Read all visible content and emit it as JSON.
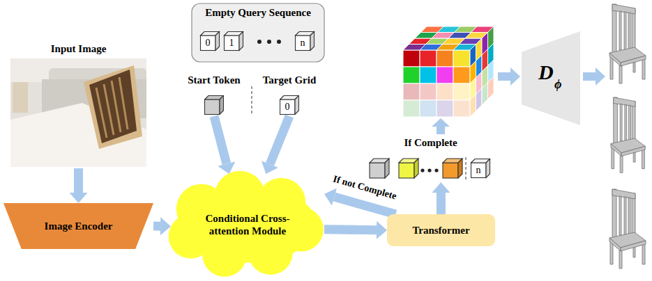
{
  "diagram": {
    "nodes": [
      {
        "text": [
          "Input Image"
        ]
      },
      {
        "text": [
          "Empty Query Sequence"
        ]
      },
      {
        "text": [
          "0"
        ],
        "in": 1
      },
      {
        "text": [
          "1"
        ],
        "in": 1
      },
      {
        "text": [
          "n"
        ],
        "in": 1
      },
      {
        "text": [
          "Start Token"
        ]
      },
      {
        "text": [
          "Target Grid",
          "0"
        ]
      },
      {
        "text": [
          "Image Encoder"
        ]
      },
      {
        "text": [
          "Conditional Cross-attention Module"
        ]
      },
      {
        "text": [
          "If Complete"
        ]
      },
      {
        "text": [
          "n"
        ],
        "in": 9
      },
      {
        "text": [
          "Transformer"
        ]
      },
      {
        "text": [
          "D",
          "ϕ"
        ]
      }
    ],
    "edges": [
      {
        "from": 0,
        "to": 7,
        "arrow": "to"
      },
      {
        "from": 7,
        "to": 8,
        "arrow": "to"
      },
      {
        "from": 5,
        "to": 8,
        "arrow": "to"
      },
      {
        "from": 6,
        "to": 8,
        "arrow": "to"
      },
      {
        "from": 8,
        "to": 11,
        "arrow": "to"
      },
      {
        "from": 11,
        "to": 8,
        "label": "If not Complete",
        "arrow": "to"
      },
      {
        "from": 11,
        "to": 9,
        "arrow": "to"
      }
    ]
  }
}
